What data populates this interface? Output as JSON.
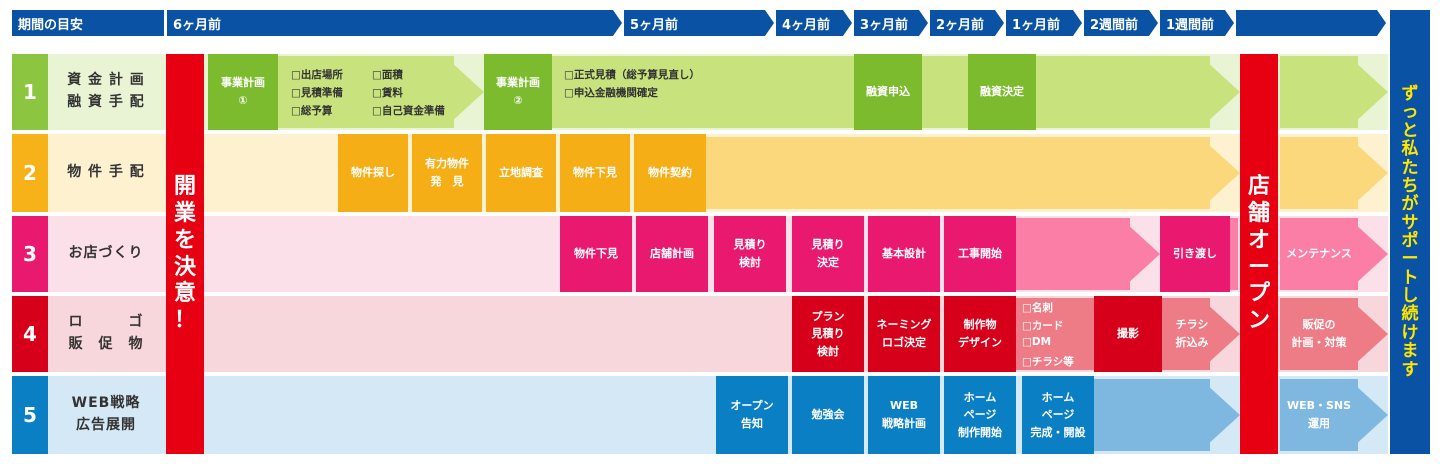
{
  "colors": {
    "header": "#0a52a3",
    "row1": {
      "num": "#8cc53f",
      "label": "#e9f4d4",
      "band": "#c8e27e",
      "box": "#7dbb2e"
    },
    "row2": {
      "num": "#f7b21a",
      "label": "#fdf1d0",
      "band": "#fbd87c",
      "box": "#f5ae15"
    },
    "row3": {
      "num": "#e8196f",
      "label": "#fbe0ea",
      "band": "#fb7ea6",
      "box": "#e8196f"
    },
    "row4": {
      "num": "#d7001a",
      "label": "#f8d7dc",
      "band": "#ee7c86",
      "box": "#d7001a"
    },
    "row5": {
      "num": "#0b7fc4",
      "label": "#d5e8f5",
      "band": "#7eb8e1",
      "box": "#0b7fc4"
    },
    "decide": "#e60012",
    "support": "#0a52a3",
    "support_text": "#ffe600"
  },
  "header": {
    "period": "期間の目安",
    "m6": "6ヶ月前",
    "m5": "5ヶ月前",
    "m4": "4ヶ月前",
    "m3": "3ヶ月前",
    "m2": "2ヶ月前",
    "m1": "1ヶ月前",
    "w2": "2週間前",
    "w1": "1週間前"
  },
  "decide_label": "開業を決意！",
  "open_label": "店舗オープン",
  "support_label": "ずっと私たちがサポートし続けます",
  "rows": [
    {
      "num": "1",
      "label": "資 金 計 画\n融 資 手 配"
    },
    {
      "num": "2",
      "label": "物 件 手 配"
    },
    {
      "num": "3",
      "label": "お店づくり"
    },
    {
      "num": "4",
      "label": "ロ　　　ゴ\n販　促　物"
    },
    {
      "num": "5",
      "label": "WEB戦略\n広告展開"
    }
  ],
  "r1": {
    "plan1": "事業計画\n①",
    "checks1": [
      "□出店場所",
      "□面積",
      "□見積準備",
      "□賃料",
      "□総予算",
      "□自己資金準備"
    ],
    "plan2": "事業計画\n②",
    "checks2": [
      "□正式見積（総予算見直し）",
      "□申込金融機関確定"
    ],
    "apply": "融資申込",
    "decision": "融資決定"
  },
  "r2": {
    "search": "物件探し",
    "candidate": "有力物件\n発　見",
    "survey": "立地調査",
    "preview": "物件下見",
    "contract": "物件契約"
  },
  "r3": {
    "preview": "物件下見",
    "plan": "店舗計画",
    "estimate": "見積り\n検討",
    "decide": "見積り\n決定",
    "design": "基本設計",
    "construct": "工事開始",
    "handover": "引き渡し",
    "maintenance": "メンテナンス"
  },
  "r4": {
    "plan": "プラン\n見積り\n検討",
    "naming": "ネーミング\nロゴ決定",
    "design": "制作物\nデザイン",
    "checks": [
      "□名刺",
      "□カード",
      "□DM",
      "□チラシ等"
    ],
    "photo": "撮影",
    "flyer": "チラシ\n折込み",
    "promo": "販促の\n計画・対策"
  },
  "r5": {
    "announce": "オープン\n告知",
    "study": "勉強会",
    "web": "WEB\n戦略計画",
    "hp_start": "ホーム\nページ\n制作開始",
    "hp_done": "ホーム\nページ\n完成・開設",
    "sns": "WEB・SNS\n運用"
  }
}
